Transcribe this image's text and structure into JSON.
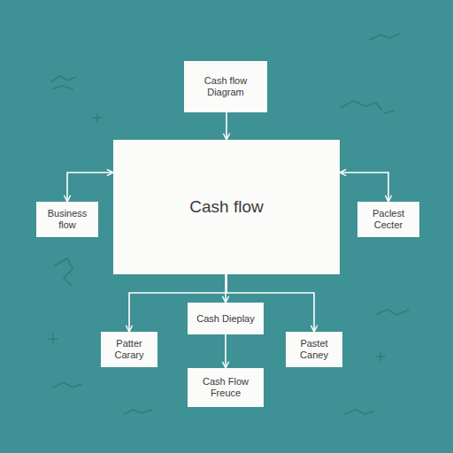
{
  "diagram": {
    "nodes": [
      {
        "text": [
          "Cash flow Diagram"
        ]
      },
      {
        "text": [
          "Cash flow"
        ]
      },
      {
        "text": [
          "Business flow"
        ]
      },
      {
        "text": [
          "Paclest Cecter"
        ]
      },
      {
        "text": [
          "Cash Dieplay"
        ]
      },
      {
        "text": [
          "Patter Carary"
        ]
      },
      {
        "text": [
          "Pastet Caney"
        ]
      },
      {
        "text": [
          "Cash Flow Freuce"
        ]
      }
    ],
    "edges": [
      {
        "from": 0,
        "to": 1,
        "arrow": "to"
      },
      {
        "from": 1,
        "to": 2,
        "arrow": "both"
      },
      {
        "from": 1,
        "to": 3,
        "arrow": "both"
      },
      {
        "from": 1,
        "to": 5,
        "arrow": "to"
      },
      {
        "from": 1,
        "to": 4,
        "arrow": "to"
      },
      {
        "from": 1,
        "to": 6,
        "arrow": "to"
      },
      {
        "from": 4,
        "to": 7,
        "arrow": "to"
      }
    ]
  }
}
